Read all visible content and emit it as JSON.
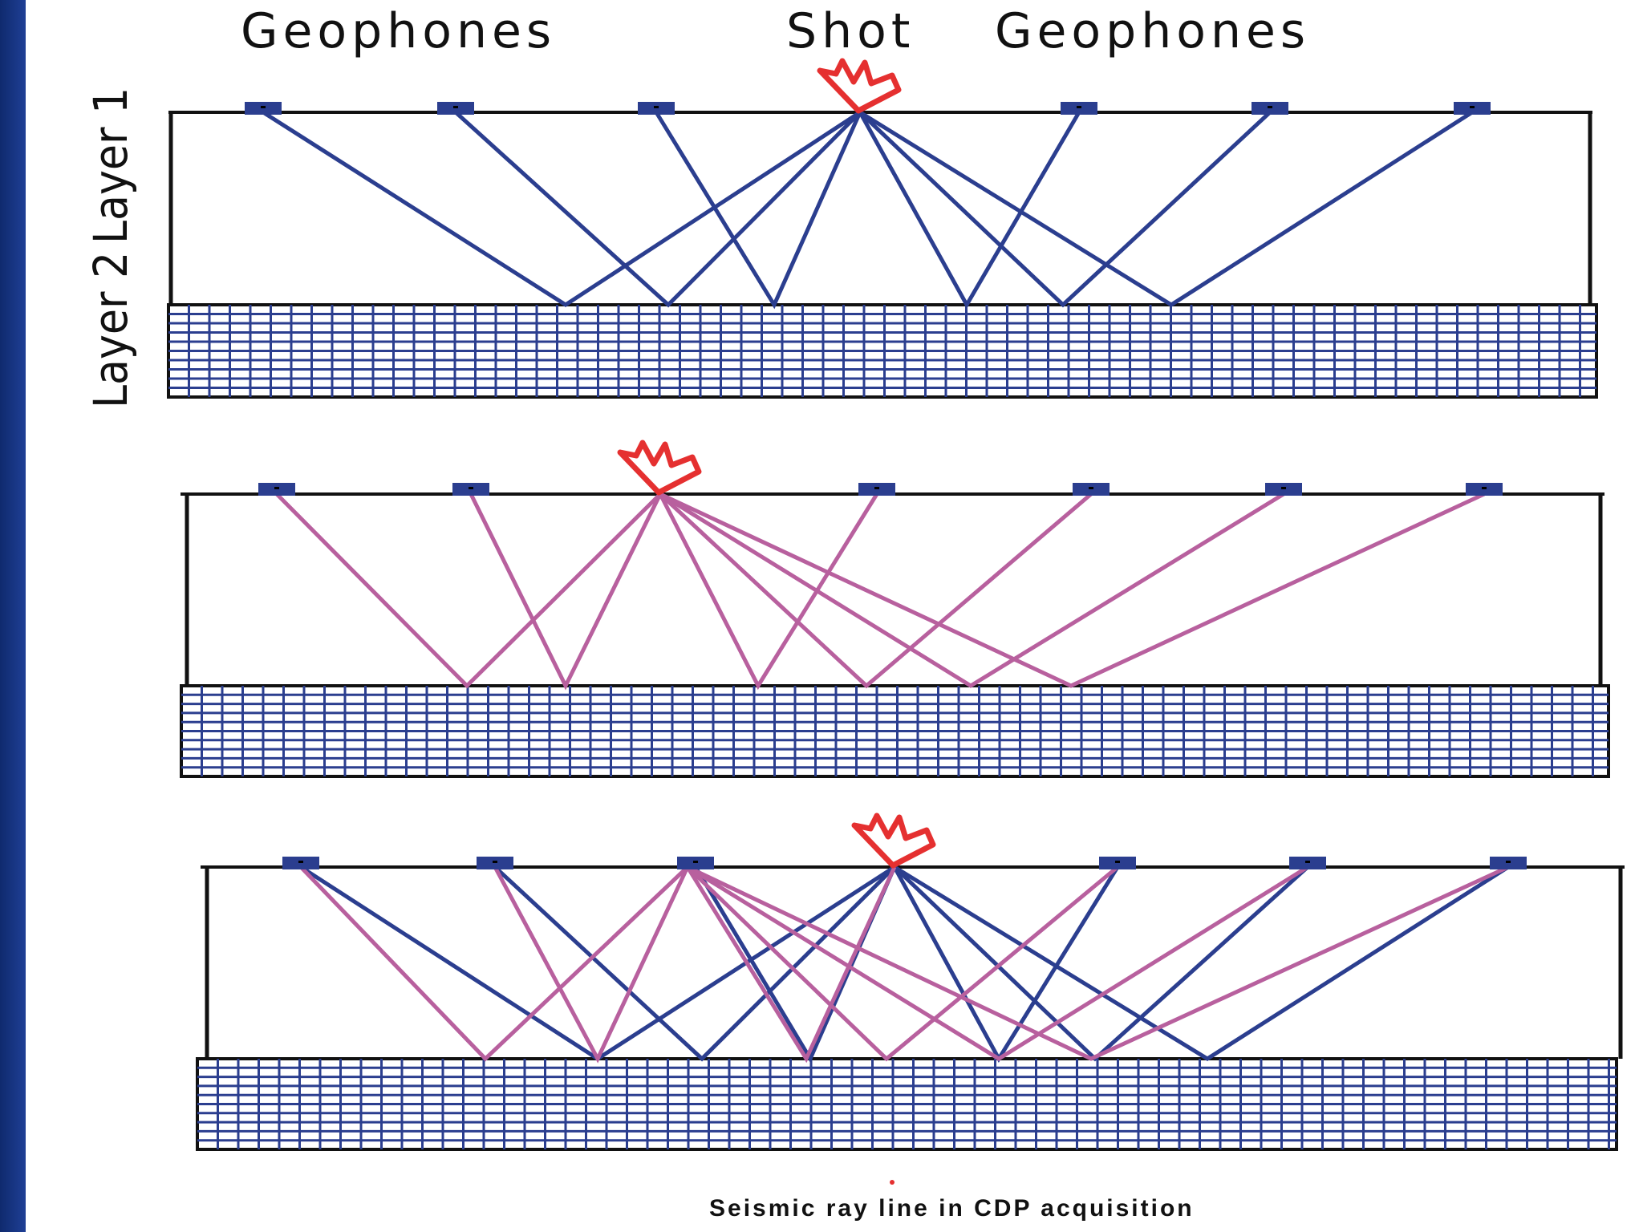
{
  "header": {
    "geophones_left": "Geophones",
    "shot": "Shot",
    "geophones_right": "Geophones"
  },
  "labels": {
    "layer1": "Layer 1",
    "layer2": "Layer 2"
  },
  "caption": "Seismic ray line in CDP acquisition",
  "colors": {
    "background": "#ffffff",
    "side_bar": "#1a3a8a",
    "shot_1_rays": "#2b3e8f",
    "shot_2_rays": "#b8609e",
    "shot_marker": "#e53030",
    "geophone": "#2b3e8f",
    "layer2_grid": "#2b3e8f"
  },
  "icons": {
    "shot": "shot-burst-icon",
    "geophone": "geophone-icon"
  }
}
